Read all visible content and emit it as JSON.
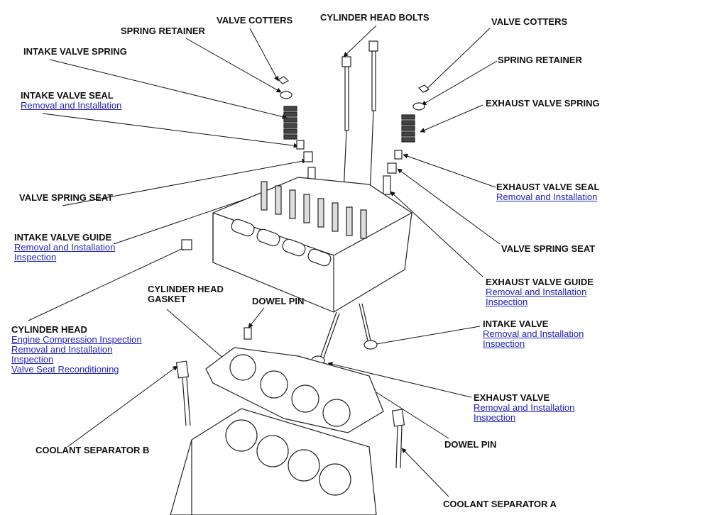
{
  "callouts": {
    "valve_cotters_left": {
      "title": "VALVE COTTERS",
      "links": []
    },
    "spring_retainer_left": {
      "title": "SPRING RETAINER",
      "links": []
    },
    "intake_valve_spring": {
      "title": "INTAKE VALVE SPRING",
      "links": []
    },
    "intake_valve_seal": {
      "title": "INTAKE VALVE SEAL",
      "links": [
        "Removal and Installation"
      ]
    },
    "valve_spring_seat_left": {
      "title": "VALVE SPRING SEAT",
      "links": []
    },
    "intake_valve_guide": {
      "title": "INTAKE VALVE GUIDE",
      "links": [
        "Removal and Installation",
        "Inspection"
      ]
    },
    "cylinder_head": {
      "title": "CYLINDER HEAD",
      "links": [
        "Engine Compression Inspection",
        "Removal and Installation",
        "Inspection",
        "Valve Seat Reconditioning"
      ]
    },
    "cylinder_head_gasket": {
      "title_lines": [
        "CYLINDER HEAD",
        "GASKET"
      ],
      "links": []
    },
    "dowel_pin_left": {
      "title": "DOWEL PIN",
      "links": []
    },
    "coolant_separator_b": {
      "title": "COOLANT SEPARATOR B",
      "links": []
    },
    "cylinder_head_bolts": {
      "title": "CYLINDER HEAD BOLTS",
      "links": []
    },
    "valve_cotters_right": {
      "title": "VALVE COTTERS",
      "links": []
    },
    "spring_retainer_right": {
      "title": "SPRING RETAINER",
      "links": []
    },
    "exhaust_valve_spring": {
      "title": "EXHAUST VALVE SPRING",
      "links": []
    },
    "exhaust_valve_seal": {
      "title": "EXHAUST VALVE SEAL",
      "links": [
        "Removal and Installation"
      ]
    },
    "valve_spring_seat_right": {
      "title": "VALVE SPRING SEAT",
      "links": []
    },
    "exhaust_valve_guide": {
      "title": "EXHAUST VALVE GUIDE",
      "links": [
        "Removal and Installation",
        "Inspection"
      ]
    },
    "intake_valve": {
      "title": "INTAKE VALVE",
      "links": [
        "Removal and Installation",
        "Inspection"
      ]
    },
    "exhaust_valve": {
      "title": "EXHAUST VALVE",
      "links": [
        "Removal and Installation",
        "Inspection"
      ]
    },
    "dowel_pin_right": {
      "title": "DOWEL PIN",
      "links": []
    },
    "coolant_separator_a": {
      "title": "COOLANT SEPARATOR A",
      "links": []
    }
  }
}
